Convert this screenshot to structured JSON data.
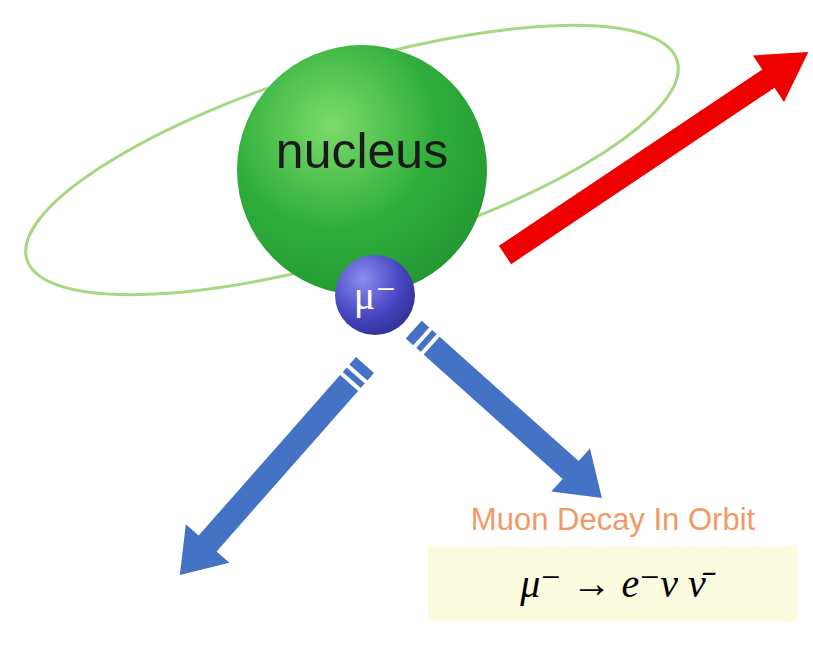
{
  "diagram": {
    "nodes": [
      {
        "text": [
          "nucleus"
        ]
      },
      {
        "text": [
          "μ⁻"
        ]
      },
      {
        "text": [
          "Muon Decay In Orbit",
          "μ⁻ → e⁻ν ν̄"
        ]
      }
    ],
    "edges": [
      {
        "from": 1,
        "to": 2,
        "arrow": "to"
      }
    ]
  }
}
